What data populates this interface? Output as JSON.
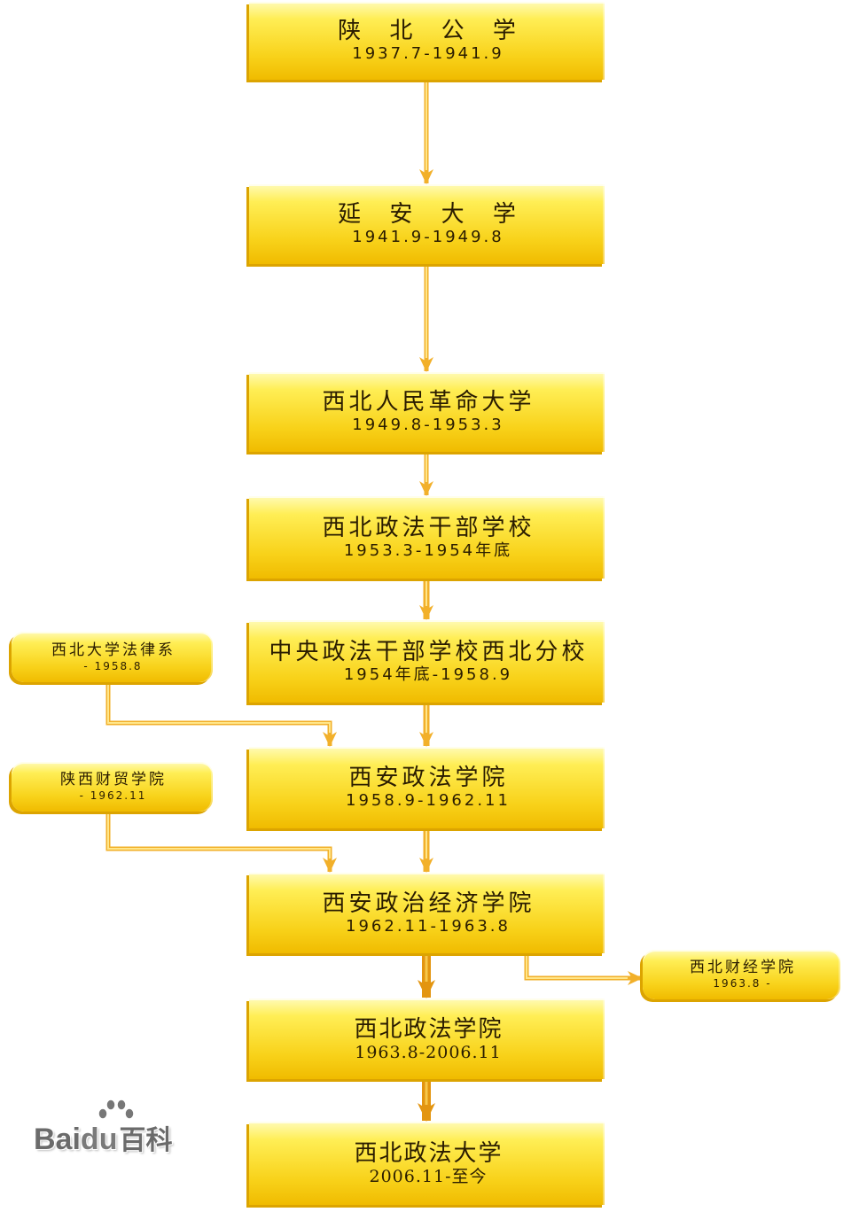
{
  "nodes": [
    {
      "name": "陕 北 公 学",
      "period": "1937.7-1941.9"
    },
    {
      "name": "延 安 大 学",
      "period": "1941.9-1949.8"
    },
    {
      "name": "西北人民革命大学",
      "period": "1949.8-1953.3"
    },
    {
      "name": "西北政法干部学校",
      "period": "1953.3-1954年底"
    },
    {
      "name": "中央政法干部学校西北分校",
      "period": "1954年底-1958.9"
    },
    {
      "name": "西安政法学院",
      "period": "1958.9-1962.11"
    },
    {
      "name": "西安政治经济学院",
      "period": "1962.11-1963.8"
    },
    {
      "name": "西北政法学院",
      "period": "1963.8-2006.11"
    },
    {
      "name": "西北政法大学",
      "period": "2006.11-至今"
    }
  ],
  "merged_in": [
    {
      "name": "西北大学法律系",
      "period": "- 1958.8"
    },
    {
      "name": "陕西财贸学院",
      "period": "- 1962.11"
    }
  ],
  "split_out": [
    {
      "name": "西北财经学院",
      "period": "1963.8 -"
    }
  ],
  "watermark": {
    "bai": "Bai",
    "du": "du",
    "baike": "百科"
  },
  "colors": {
    "box_highlight": "#fffbb8",
    "box_top": "#ffee55",
    "box_mid": "#f8d21a",
    "box_bottom": "#f0bb00",
    "box_edge": "#dca400",
    "connector": "#f2b02a",
    "connector_dark": "#e39510",
    "text": "#2a1c00"
  }
}
